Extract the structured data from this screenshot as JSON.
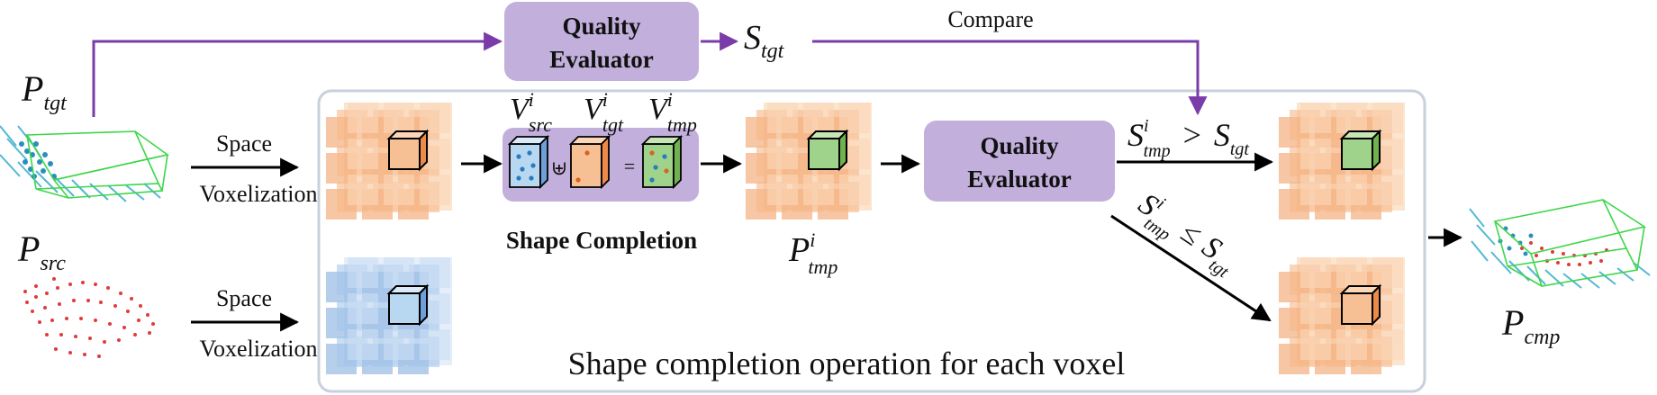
{
  "colors": {
    "purple_box": "#c2afdc",
    "purple_line": "#7a3ca8",
    "orange_light": "#f8cfa8",
    "orange_dark": "#ec8a4a",
    "orange_face": "#f6bf94",
    "green_face": "#9fd28a",
    "blue_light": "#bcd6f0",
    "blue_dark": "#6e9fd8",
    "blue_face": "#b8d8f2",
    "frame": "#c8d0dc",
    "cloud_cyan": "#2aa7c8",
    "cloud_red": "#e23a3a",
    "cloud_green": "#3ed64a"
  },
  "top_evaluator": {
    "line1": "Quality",
    "line2": "Evaluator"
  },
  "mid_evaluator": {
    "line1": "Quality",
    "line2": "Evaluator"
  },
  "compare_label": "Compare",
  "s_tgt": {
    "main": "S",
    "sub": "tgt"
  },
  "inputs": {
    "p_tgt": {
      "main": "P",
      "sub": "tgt"
    },
    "p_src": {
      "main": "P",
      "sub": "src"
    }
  },
  "voxelization": [
    {
      "line1": "Space",
      "line2": "Voxelization"
    },
    {
      "line1": "Space",
      "line2": "Voxelization"
    }
  ],
  "shape_completion": {
    "title": "Shape Completion",
    "v_src": {
      "main": "V",
      "sup": "i",
      "sub": "src"
    },
    "v_tgt": {
      "main": "V",
      "sup": "i",
      "sub": "tgt"
    },
    "v_tmp": {
      "main": "V",
      "sup": "i",
      "sub": "tmp"
    },
    "union_op": "⊎",
    "equals_op": "="
  },
  "p_tmp": {
    "main": "P",
    "sup": "i",
    "sub": "tmp"
  },
  "condition_gt": {
    "left_main": "S",
    "left_sup": "i",
    "left_sub": "tmp",
    "op": ">",
    "right_main": "S",
    "right_sub": "tgt"
  },
  "condition_le": {
    "left_main": "S",
    "left_sup": "i",
    "left_sub": "tmp",
    "op": "≤",
    "right_main": "S",
    "right_sub": "tgt"
  },
  "output": {
    "main": "P",
    "sub": "cmp"
  },
  "frame_caption": "Shape completion operation for each voxel"
}
